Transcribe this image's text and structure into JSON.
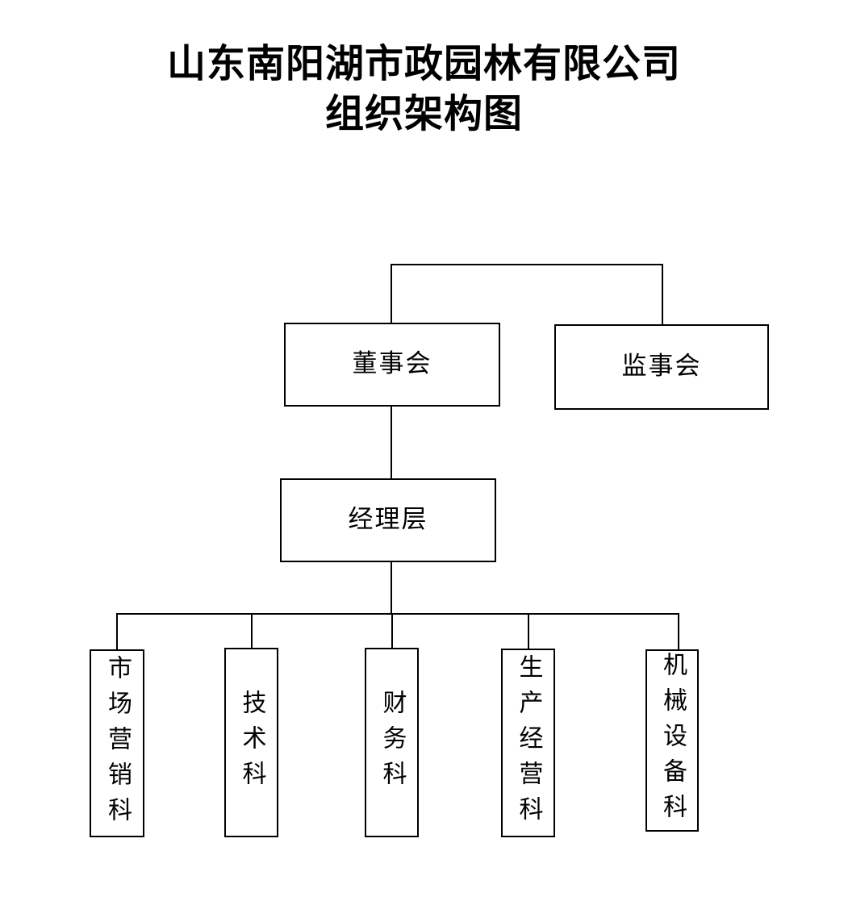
{
  "document": {
    "title_line1": "山东南阳湖市政园林有限公司",
    "title_line2": "组织架构图",
    "background_color": "#ffffff",
    "line_color": "#000000",
    "text_color": "#000000"
  },
  "org_chart": {
    "type": "organization-hierarchy",
    "levels": [
      {
        "level": 1,
        "nodes": [
          {
            "id": "board-of-directors",
            "label": "董事会",
            "text_direction": "horizontal"
          },
          {
            "id": "board-of-supervisors",
            "label": "监事会",
            "text_direction": "horizontal"
          }
        ]
      },
      {
        "level": 2,
        "nodes": [
          {
            "id": "management-layer",
            "label": "经理层",
            "text_direction": "horizontal"
          }
        ]
      },
      {
        "level": 3,
        "nodes": [
          {
            "id": "marketing-department",
            "label": "市场营销科",
            "text_direction": "vertical"
          },
          {
            "id": "technology-department",
            "label": "技术科",
            "text_direction": "vertical"
          },
          {
            "id": "finance-department",
            "label": "财务科",
            "text_direction": "vertical"
          },
          {
            "id": "production-operations-department",
            "label": "生产经营科",
            "text_direction": "vertical"
          },
          {
            "id": "machinery-equipment-department",
            "label": "机械设备科",
            "text_direction": "vertical"
          }
        ]
      }
    ],
    "relations": [
      {
        "from": "board-of-directors",
        "to": "board-of-supervisors",
        "style": "bracket"
      },
      {
        "from": "board-of-directors",
        "to": "management-layer",
        "style": "straight"
      },
      {
        "from": "management-layer",
        "to": "marketing-department",
        "style": "elbow"
      },
      {
        "from": "management-layer",
        "to": "technology-department",
        "style": "elbow"
      },
      {
        "from": "management-layer",
        "to": "finance-department",
        "style": "elbow"
      },
      {
        "from": "management-layer",
        "to": "production-operations-department",
        "style": "elbow"
      },
      {
        "from": "management-layer",
        "to": "machinery-equipment-department",
        "style": "elbow"
      }
    ]
  }
}
